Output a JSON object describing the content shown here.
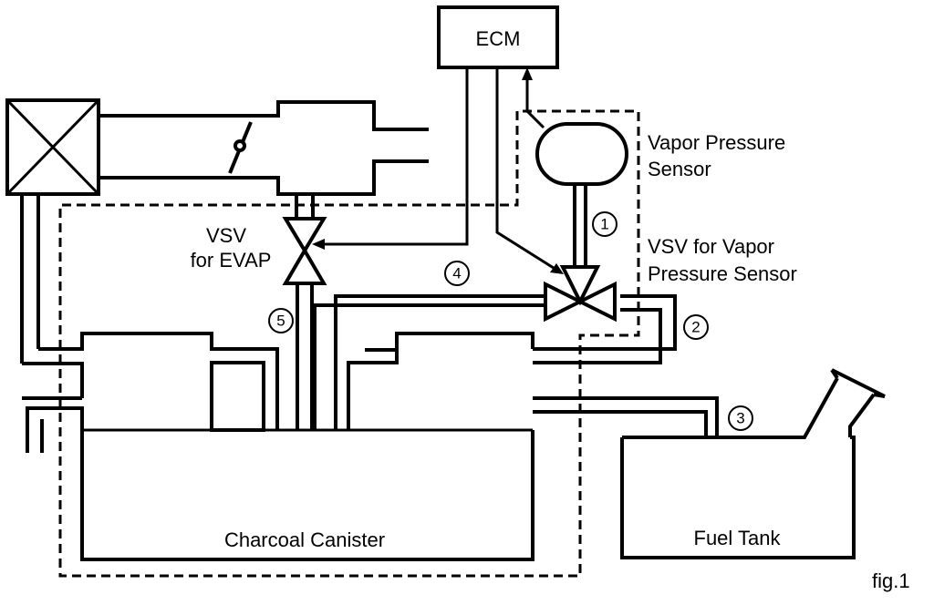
{
  "labels": {
    "ecm": "ECM",
    "vapor_pressure_sensor_line1": "Vapor Pressure",
    "vapor_pressure_sensor_line2": "Sensor",
    "vsv_evap_line1": "VSV",
    "vsv_evap_line2": "for EVAP",
    "vsv_vps_line1": "VSV for Vapor",
    "vsv_vps_line2": "Pressure Sensor",
    "charcoal_canister": "Charcoal Canister",
    "fuel_tank": "Fuel Tank",
    "figure_label": "fig.1"
  },
  "markers": {
    "m1": "1",
    "m2": "2",
    "m3": "3",
    "m4": "4",
    "m5": "5"
  }
}
